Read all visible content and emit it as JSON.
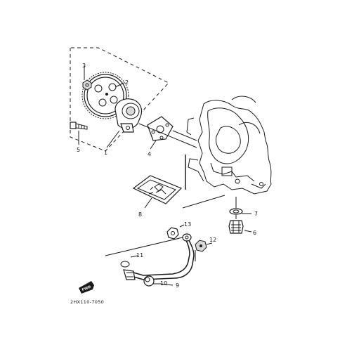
{
  "diagram": {
    "code": "2HX110-7050",
    "fwd_label": "FWD"
  },
  "callouts": [
    "1",
    "2",
    "3",
    "4",
    "5",
    "6",
    "7",
    "8",
    "9",
    "10",
    "11",
    "12",
    "13"
  ]
}
